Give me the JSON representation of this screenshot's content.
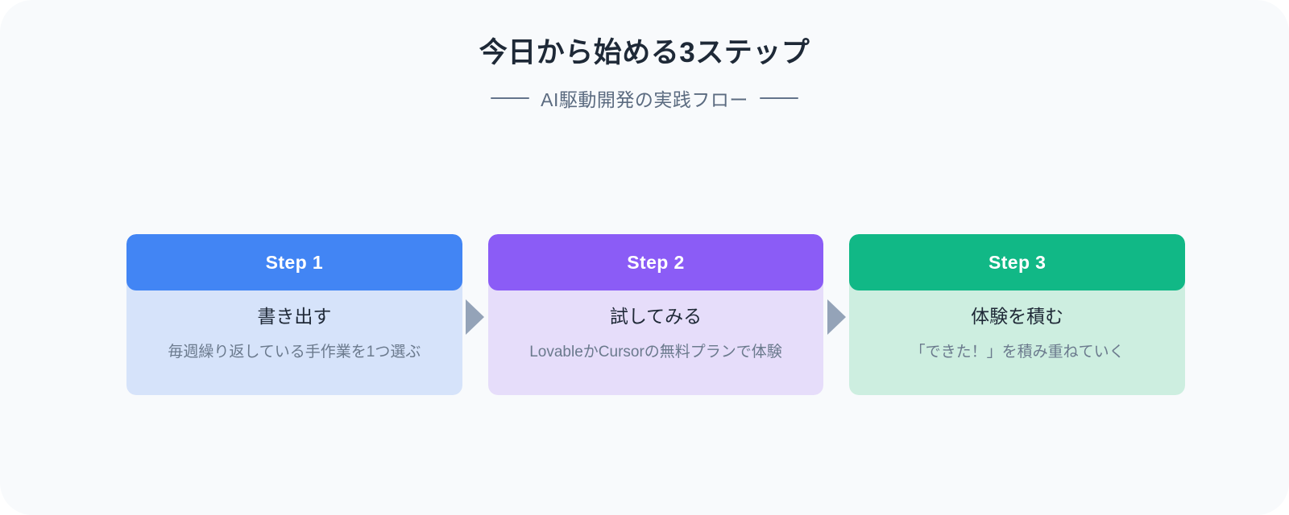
{
  "header": {
    "title": "今日から始める3ステップ",
    "subtitle": "AI駆動開発の実践フロー",
    "rule_left": "",
    "rule_right": ""
  },
  "colors": {
    "background": "#f8fafc",
    "title_text": "#1e2937",
    "subtitle_text": "#5b6b80",
    "arrow": "#94a3b8",
    "step1_header": "#4285f4",
    "step1_body": "#d6e3fa",
    "step2_header": "#8b5cf6",
    "step2_body": "#e6ddfa",
    "step3_header": "#11b886",
    "step3_body": "#cdeee0"
  },
  "steps": [
    {
      "badge": "Step 1",
      "title": "書き出す",
      "description": "毎週繰り返している手作業を1つ選ぶ"
    },
    {
      "badge": "Step 2",
      "title": "試してみる",
      "description": "LovableかCursorの無料プランで体験"
    },
    {
      "badge": "Step 3",
      "title": "体験を積む",
      "description": "「できた！」を積み重ねていく"
    }
  ],
  "connectors": [
    {
      "name": "arrow-step1-to-step2"
    },
    {
      "name": "arrow-step2-to-step3"
    }
  ]
}
